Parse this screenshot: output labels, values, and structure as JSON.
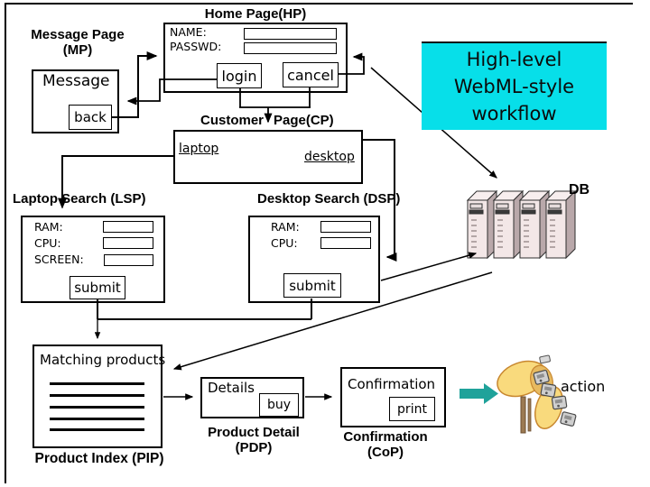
{
  "note": {
    "line1": "High-level",
    "line2": "WebML-style",
    "line3": "workflow"
  },
  "mp": {
    "title1": "Message Page",
    "title2": "(MP)",
    "message": "Message",
    "back": "back"
  },
  "hp": {
    "title": "Home Page(HP)",
    "name": "NAME:",
    "passwd": "PASSWD:",
    "login": "login",
    "cancel": "cancel"
  },
  "cp": {
    "word1": "Customer",
    "word2": "Page(CP)",
    "laptop": "laptop",
    "desktop": "desktop"
  },
  "lsp": {
    "title": "Laptop Search (LSP)",
    "ram": "RAM:",
    "cpu": "CPU:",
    "screen": "SCREEN:",
    "submit": "submit"
  },
  "dsp": {
    "title": "Desktop Search (DSP)",
    "ram": "RAM:",
    "cpu": "CPU:",
    "submit": "submit"
  },
  "db": {
    "label": "DB"
  },
  "pip": {
    "header": "Matching products",
    "label": "Product Index (PIP)"
  },
  "pdp": {
    "details": "Details",
    "buy": "buy",
    "label1": "Product Detail",
    "label2": "(PDP)"
  },
  "cop": {
    "title": "Confirmation",
    "print": "print",
    "label1": "Confirmation",
    "label2": "(CoP)"
  },
  "action": {
    "label": "action"
  },
  "colors": {
    "note_bg": "#07dfe9",
    "action_arrow": "#1fa29a",
    "server_front": "#f3e7e7",
    "server_side": "#b9a8aa"
  }
}
